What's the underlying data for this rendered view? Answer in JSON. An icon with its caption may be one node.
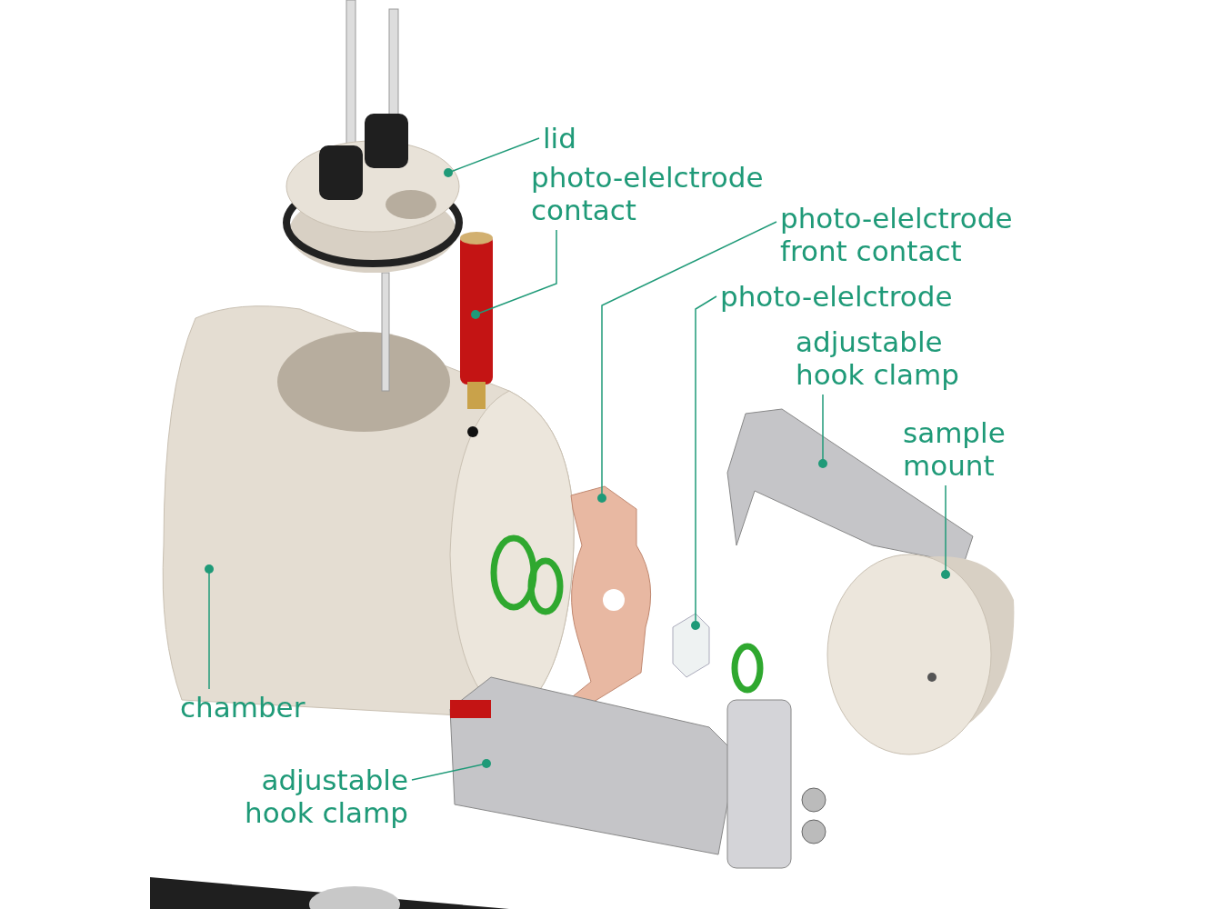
{
  "diagram": {
    "nodes": [
      {
        "text": [
          "lid"
        ]
      },
      {
        "text": [
          "photo-elelctrode contact"
        ]
      },
      {
        "text": [
          "photo-elelctrode front contact"
        ]
      },
      {
        "text": [
          "photo-elelctrode"
        ]
      },
      {
        "text": [
          "adjustable hook clamp"
        ]
      },
      {
        "text": [
          "sample mount"
        ]
      },
      {
        "text": [
          "chamber"
        ]
      },
      {
        "text": [
          "adjustable hook clamp"
        ]
      }
    ],
    "edges": [
      {
        "from": 0,
        "to": null,
        "arrow": "other"
      },
      {
        "from": 1,
        "to": null,
        "arrow": "other"
      },
      {
        "from": 2,
        "to": null,
        "arrow": "other"
      },
      {
        "from": 3,
        "to": null,
        "arrow": "other"
      },
      {
        "from": 4,
        "to": null,
        "arrow": "other"
      },
      {
        "from": 5,
        "to": null,
        "arrow": "other"
      },
      {
        "from": 6,
        "to": null,
        "arrow": "other"
      },
      {
        "from": 7,
        "to": null,
        "arrow": "other"
      }
    ]
  }
}
